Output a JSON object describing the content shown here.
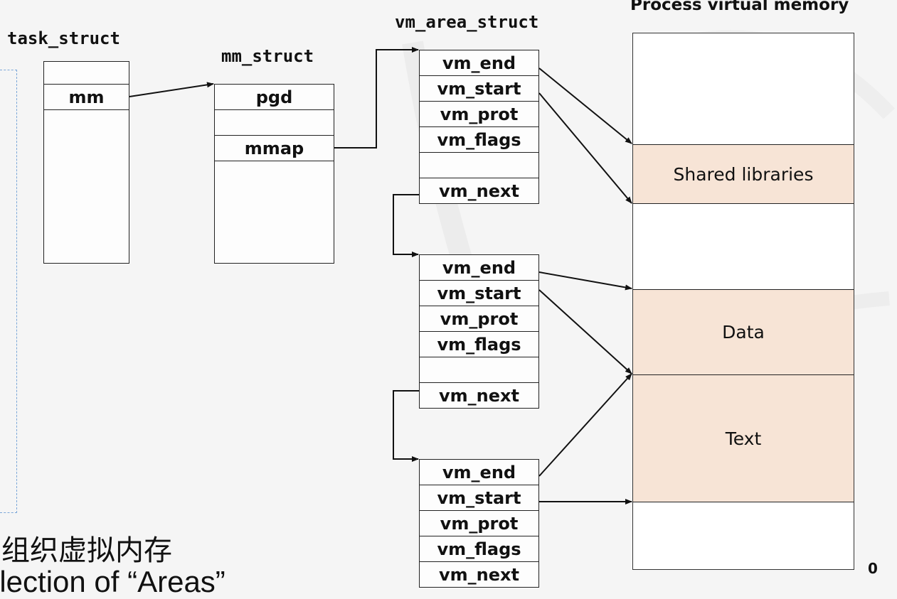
{
  "labels": {
    "task_struct": "task_struct",
    "mm_struct": "mm_struct",
    "vm_area_struct": "vm_area_struct",
    "process_virtual_memory": "Process virtual memory"
  },
  "task_struct": {
    "fields": [
      "",
      "mm",
      ""
    ]
  },
  "mm_struct": {
    "fields": [
      "pgd",
      "",
      "mmap",
      ""
    ]
  },
  "vm_areas": [
    {
      "fields": [
        "vm_end",
        "vm_start",
        "vm_prot",
        "vm_flags",
        "",
        "vm_next"
      ]
    },
    {
      "fields": [
        "vm_end",
        "vm_start",
        "vm_prot",
        "vm_flags",
        "",
        "vm_next"
      ]
    },
    {
      "fields": [
        "vm_end",
        "vm_start",
        "vm_prot",
        "vm_flags",
        "vm_next"
      ]
    }
  ],
  "memory_segments": [
    {
      "label": "",
      "type": "free"
    },
    {
      "label": "Shared libraries",
      "type": "area"
    },
    {
      "label": "",
      "type": "free"
    },
    {
      "label": "Data",
      "type": "area"
    },
    {
      "label": "Text",
      "type": "area"
    },
    {
      "label": "",
      "type": "free"
    }
  ],
  "colors": {
    "area_fill": "#f7e4d6",
    "dashed_border": "#7aa6d8"
  },
  "slide": {
    "title_cn": "组织虚拟内存",
    "title_en": "llection of “Areas”",
    "page_number": "0"
  }
}
